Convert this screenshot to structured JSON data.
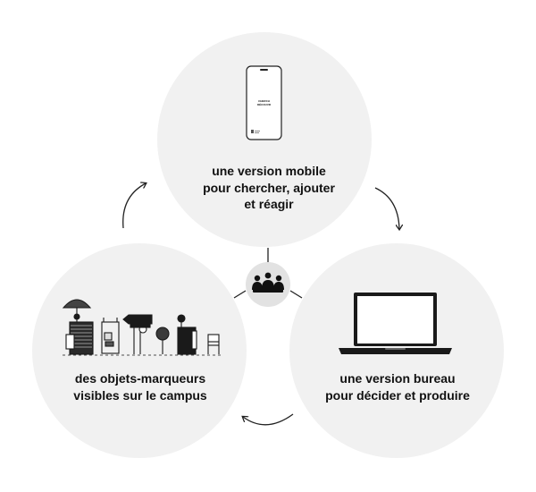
{
  "colors": {
    "circle_fill": "#f1f1f1",
    "ink": "#111111",
    "line": "#222222",
    "hub_fill": "#e2e2e2"
  },
  "nodes": {
    "mobile": {
      "icon": "smartphone-icon",
      "screen_text": [
        "CHERCH",
        "DÉCOUVR"
      ],
      "caption": [
        "une version mobile",
        "pour chercher, ajouter",
        "et réagir"
      ]
    },
    "bureau": {
      "icon": "laptop-icon",
      "caption": [
        "une version bureau",
        "pour décider et produire"
      ]
    },
    "objets": {
      "icon": "campus-markers-icon",
      "caption": [
        "des objets-marqueurs",
        "visibles sur le campus"
      ]
    }
  },
  "hub": {
    "icon": "group-people-icon"
  },
  "arrows": [
    "cycle-arrow-right",
    "cycle-arrow-bottom",
    "cycle-arrow-left"
  ]
}
